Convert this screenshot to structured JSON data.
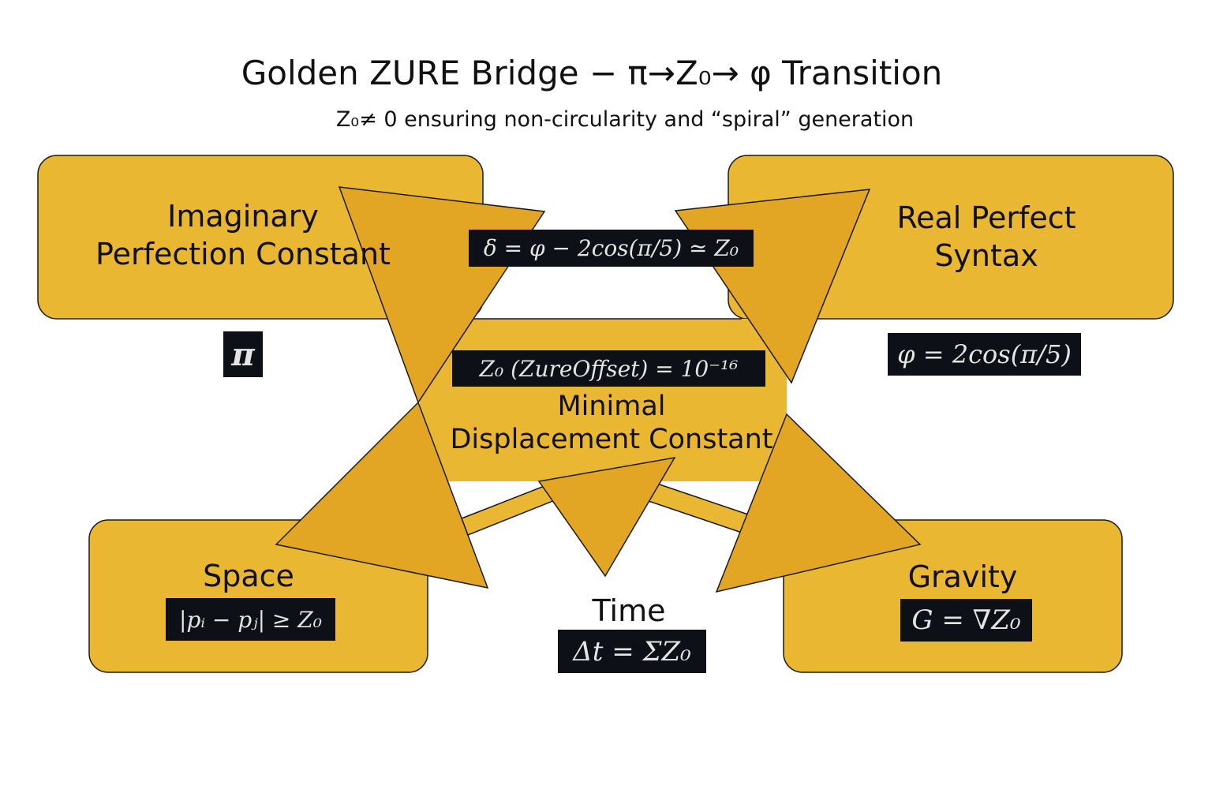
{
  "title": "Golden ZURE Bridge − π→Z₀→ φ Transition",
  "subtitle": "Z₀≠ 0 ensuring non-circularity and “spiral” generation",
  "colors": {
    "box": "#e9b732",
    "triangle": "#e3a524",
    "formula_bg": "#0d1117",
    "formula_text": "#e4e4e4"
  },
  "nodes": {
    "imaginary": {
      "label_line1": "Imaginary",
      "label_line2": "Perfection Constant",
      "formula": "π"
    },
    "real": {
      "label_line1": "Real Perfect",
      "label_line2": "Syntax",
      "formula": "φ = 2cos(π/5)"
    },
    "center": {
      "label_line1": "Minimal",
      "label_line2": "Displacement Constant",
      "formula": "Z₀ (ZureOffset) = 10⁻¹⁶"
    },
    "space": {
      "label": "Space",
      "formula": "|pᵢ − pⱼ| ≥ Z₀"
    },
    "time": {
      "label": "Time",
      "formula": "Δt = ΣZ₀"
    },
    "gravity": {
      "label": "Gravity",
      "formula": "G = ∇Z₀"
    }
  },
  "bridge_formula": "δ = φ − 2cos(π/5) ≃ Z₀"
}
